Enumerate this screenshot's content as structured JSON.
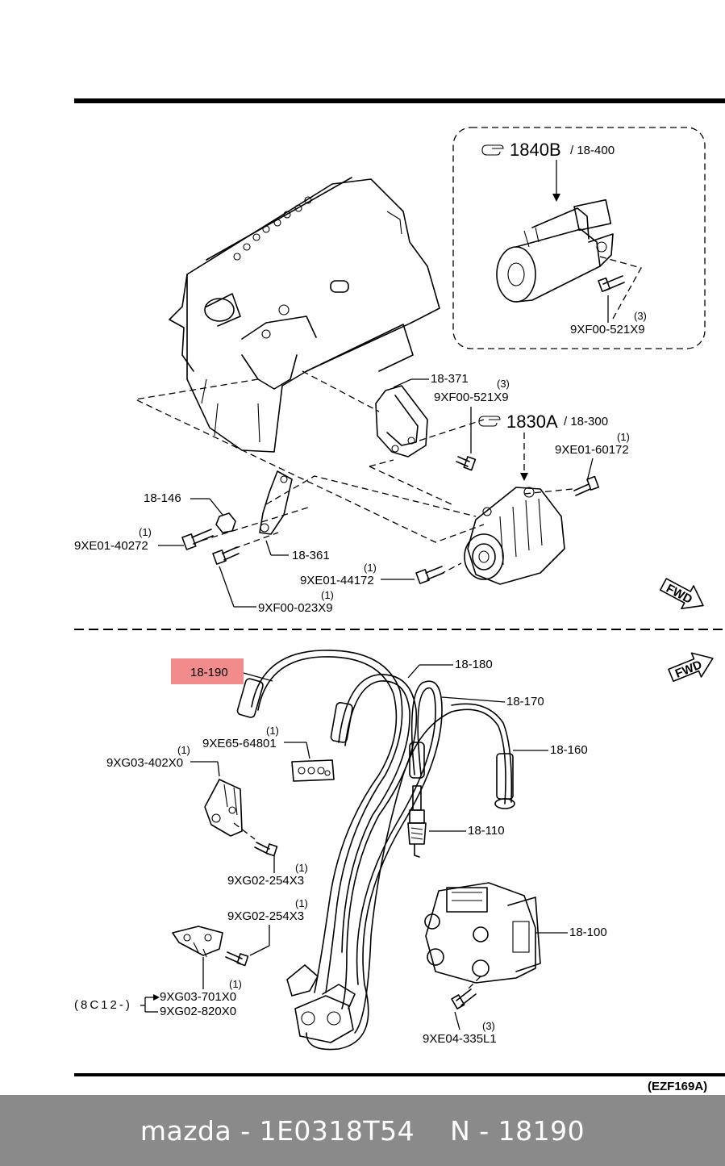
{
  "upper_section": {
    "callouts": [
      {
        "id": "starter_ref",
        "ref": "1840B",
        "page": "/ 18-400"
      },
      {
        "id": "alternator_ref",
        "ref": "1830A",
        "page": "/ 18-300"
      }
    ],
    "labels": [
      {
        "key": "starter_bolt",
        "text": "9XF00-521X9",
        "qty": "(3)"
      },
      {
        "key": "bracket_371",
        "text": "18-371"
      },
      {
        "key": "bracket_bolt",
        "text": "9XF00-521X9",
        "qty": "(3)"
      },
      {
        "key": "alt_bolt_top",
        "text": "9XE01-60172",
        "qty": "(1)"
      },
      {
        "key": "nut_146",
        "text": "18-146"
      },
      {
        "key": "bolt_40272",
        "text": "9XE01-40272",
        "qty": "(1)"
      },
      {
        "key": "strap_361",
        "text": "18-361"
      },
      {
        "key": "bolt_44172",
        "text": "9XE01-44172",
        "qty": "(1)"
      },
      {
        "key": "bolt_023",
        "text": "9XF00-023X9",
        "qty": "(1)"
      }
    ],
    "fwd_arrow": "FWD"
  },
  "lower_section": {
    "labels": [
      {
        "key": "lead_190",
        "text": "18-190",
        "highlight": true
      },
      {
        "key": "lead_180",
        "text": "18-180"
      },
      {
        "key": "lead_170",
        "text": "18-170"
      },
      {
        "key": "lead_160",
        "text": "18-160"
      },
      {
        "key": "clip_64801",
        "text": "9XE65-64801",
        "qty": "(1)"
      },
      {
        "key": "clamp_402",
        "text": "9XG03-402X0",
        "qty": "(1)"
      },
      {
        "key": "plug_110",
        "text": "18-110"
      },
      {
        "key": "screw_254a",
        "text": "9XG02-254X3",
        "qty": "(1)"
      },
      {
        "key": "screw_254b",
        "text": "9XG02-254X3",
        "qty": "(1)"
      },
      {
        "key": "coil_100",
        "text": "18-100"
      },
      {
        "key": "clamp_701",
        "text": "9XG03-701X0",
        "qty": "(1)"
      },
      {
        "key": "clamp_820",
        "text": "9XG02-820X0"
      },
      {
        "key": "clamp_group",
        "text": "(8C12-)"
      },
      {
        "key": "bolt_335",
        "text": "9XE04-335L1",
        "qty": "(3)"
      }
    ],
    "fwd_arrow": "FWD"
  },
  "diagram_code": "(EZF169A)",
  "colors": {
    "highlight": "#f28b8b",
    "footer_bg": "#8a8a8a",
    "footer_text": "#ffffff"
  },
  "footer": {
    "brand_part": "mazda - 1E0318T54",
    "ref": "N - 18190"
  }
}
